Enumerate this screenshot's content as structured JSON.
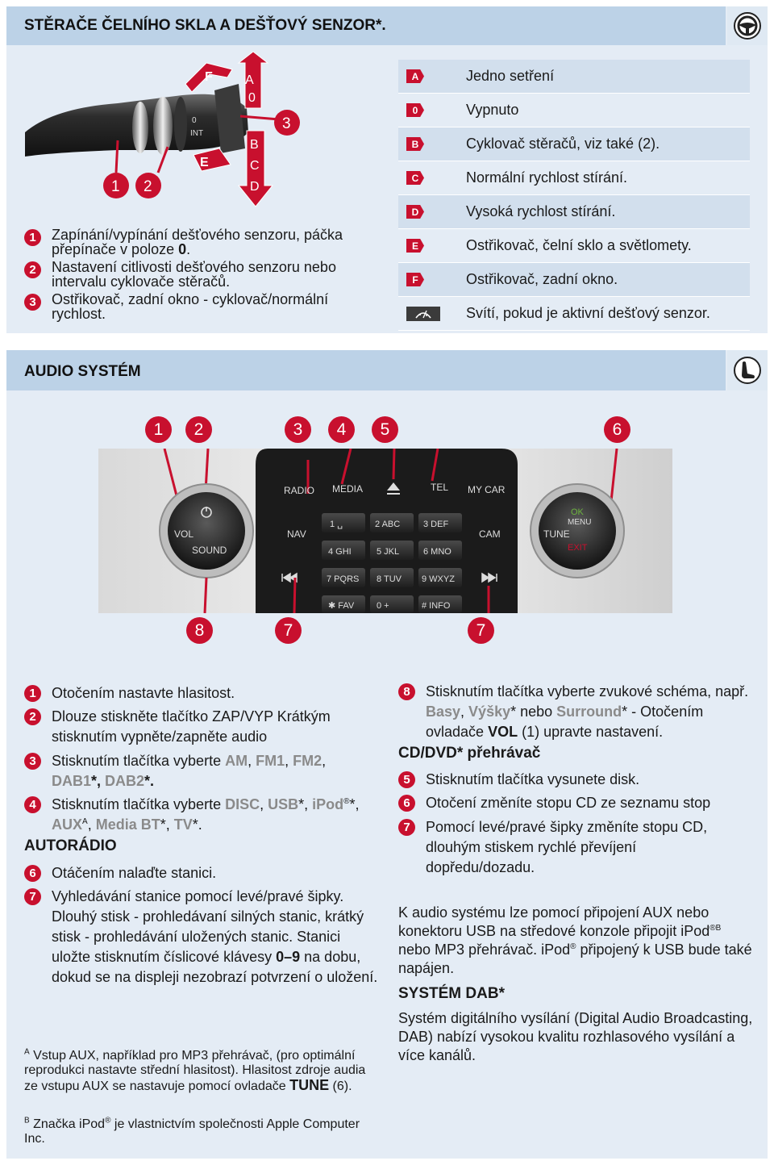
{
  "wiper": {
    "title": "STĚRAČE ČELNÍHO SKLA A DEŠŤOVÝ SENZOR*.",
    "icon": "steering-wheel-icon",
    "items": [
      {
        "num": "1",
        "text_a": "Zapínání/vypínání dešťového senzoru, páč­ka přepínače v poloze ",
        "text_b": "0",
        "text_c": "."
      },
      {
        "num": "2",
        "text": "Nastavení citlivosti dešťového senzoru nebo intervalu cyklovače stěračů."
      },
      {
        "num": "3",
        "text": "Ostřikovač, zadní okno - cyklovač/normální rychlost."
      }
    ],
    "diagram": {
      "labels": {
        "n1": "1",
        "n2": "2",
        "n3": "3",
        "A": "A",
        "zero": "0",
        "B": "B",
        "C": "C",
        "D": "D",
        "E": "E",
        "F": "F",
        "int": "INT",
        "lever_zero": "0"
      }
    },
    "legend": [
      {
        "key": "A",
        "text": "Jedno setření"
      },
      {
        "key": "0",
        "text": "Vypnuto"
      },
      {
        "key": "B",
        "text": "Cyklovač stěračů, viz také (2)."
      },
      {
        "key": "C",
        "text": "Normální rychlost stírání."
      },
      {
        "key": "D",
        "text": "Vysoká rychlost stírání."
      },
      {
        "key": "E",
        "text": "Ostřikovač, čelní sklo a světlomety."
      },
      {
        "key": "F",
        "text": "Ostřikovač, zadní okno."
      },
      {
        "key": "rain-sensor-icon",
        "text": "Svítí, pokud je aktivní dešťový senzor."
      }
    ]
  },
  "audio": {
    "title": "AUDIO SYSTÉM",
    "icon": "seat-icon",
    "callouts_top": [
      "1",
      "2",
      "3",
      "4",
      "5",
      "6"
    ],
    "callouts_bottom": [
      "8",
      "7",
      "7"
    ],
    "panel": {
      "radio": "RADIO",
      "media": "MEDIA",
      "tel": "TEL",
      "mycar": "MY CAR",
      "nav": "NAV",
      "cam": "CAM",
      "vol": "VOL",
      "sound": "SOUND",
      "tune": "TUNE",
      "ok": "OK",
      "menu": "MENU",
      "exit": "EXIT",
      "keys": [
        "1  ␣",
        "2 ABC",
        "3 DEF",
        "4 GHI",
        "5 JKL",
        "6 MNO",
        "7 PQRS",
        "8 TUV",
        "9 WXYZ",
        "✱ FAV",
        "0  +",
        "# INFO"
      ]
    },
    "left": {
      "i1": {
        "num": "1",
        "text": "Otočením nastavte hlasitost."
      },
      "i2": {
        "num": "2",
        "text": "Dlouze stiskněte tlačítko ZAP/VYP Krátkým stisknutím vypněte/zapněte audio"
      },
      "i3": {
        "num": "3",
        "pre": "Stisknutím tlačítka vyberte ",
        "am": "AM",
        "c1": ", ",
        "fm1": "FM1",
        "c2": ", ",
        "fm2": "FM2",
        "c3": ",",
        "dab1": "DAB1",
        "c4": "*, ",
        "dab2": "DAB2",
        "c5": "*."
      },
      "i4": {
        "num": "4",
        "pre": "Stisknutím tlačítka vyberte ",
        "disc": "DISC",
        "c1": ", ",
        "usb": "USB",
        "c2": "*,",
        "ipod": "iPod",
        "reg": "®",
        "c3": "*, ",
        "aux": "AUX",
        "supA": "A",
        "c4": ", ",
        "media": "Media BT",
        "c5": "*, ",
        "tv": "TV",
        "c6": "*."
      },
      "autoradio": "AUTORÁDIO",
      "i6": {
        "num": "6",
        "text": "Otáčením nalaďte stanici."
      },
      "i7": {
        "num": "7",
        "pre": "Vyhledávání stanice pomocí levé/pravé šipky. Dlouhý stisk - prohledávaní silných stanic, krátký stisk - prohledávání uložených stanic. Stanici uložte stisknutím číslicové klávesy ",
        "keys": "0–9",
        "post": " na dobu, dokud se na displeji nezobrazí potvrzení o uložení."
      },
      "footA": {
        "sup": "A",
        "pre": " Vstup AUX, například pro MP3 přehrávač, (pro opti­mální reprodukci nastavte střední hlasitost). Hlasitost zdroje audia ze vstupu AUX se nastavuje pomocí ovladače ",
        "tune": "TUNE",
        "post": " (6)."
      },
      "footB": {
        "sup": "B",
        "pre": " Značka iPod",
        "reg": "®",
        "post": " je vlastnictvím společnosti Apple Computer Inc."
      }
    },
    "right": {
      "i8": {
        "num": "8",
        "pre": "Stisknutím tlačítka vyberte zvukové schéma, např. ",
        "basy": "Basy",
        "c1": ", ",
        "vysky": "Výšky",
        "c2": "* nebo ",
        "surround": "Surround",
        "c3": "* - Oto­čením ovladače ",
        "vol": "VOL",
        "post": " (1) upravte nastavení."
      },
      "cd_title": "CD/DVD* přehrávač",
      "i5": {
        "num": "5",
        "text": "Stisknutím tlačítka vysunete disk."
      },
      "i6": {
        "num": "6",
        "text": "Otočení změníte stopu CD ze seznamu stop"
      },
      "i7": {
        "num": "7",
        "text": "Pomocí levé/pravé šipky změníte stopu CD, dlouhým stiskem rychlé převíjení dopředu/dozadu."
      },
      "aux_para": {
        "pre": "K audio systému lze pomocí připojení AUX nebo konektoru USB na středové konzole připojit iPod",
        "reg": "®",
        "supB": "B",
        "mid": " nebo MP3 přehrávač. iPod",
        "reg2": "®",
        "post": " připojený k USB bude také napájen."
      },
      "dab_title": "SYSTÉM DAB*",
      "dab_para": "Systém digitálního vysílání (Digital Audio Broad­casting, DAB) nabízí vysokou kvalitu rozhlasové­ho vysílání a více kanálů."
    }
  }
}
